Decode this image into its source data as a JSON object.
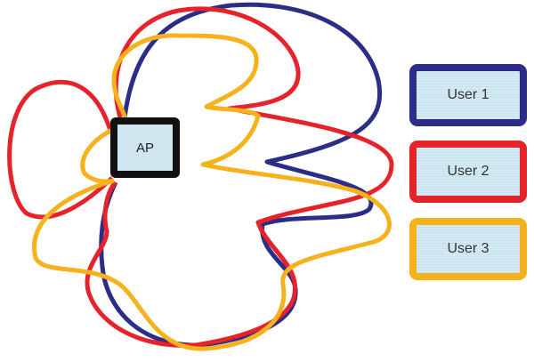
{
  "ap": {
    "label": "AP"
  },
  "users": [
    {
      "label": "User 1",
      "color": "#2b2d86"
    },
    {
      "label": "User 2",
      "color": "#e6222b"
    },
    {
      "label": "User 3",
      "color": "#f5b21c"
    }
  ]
}
